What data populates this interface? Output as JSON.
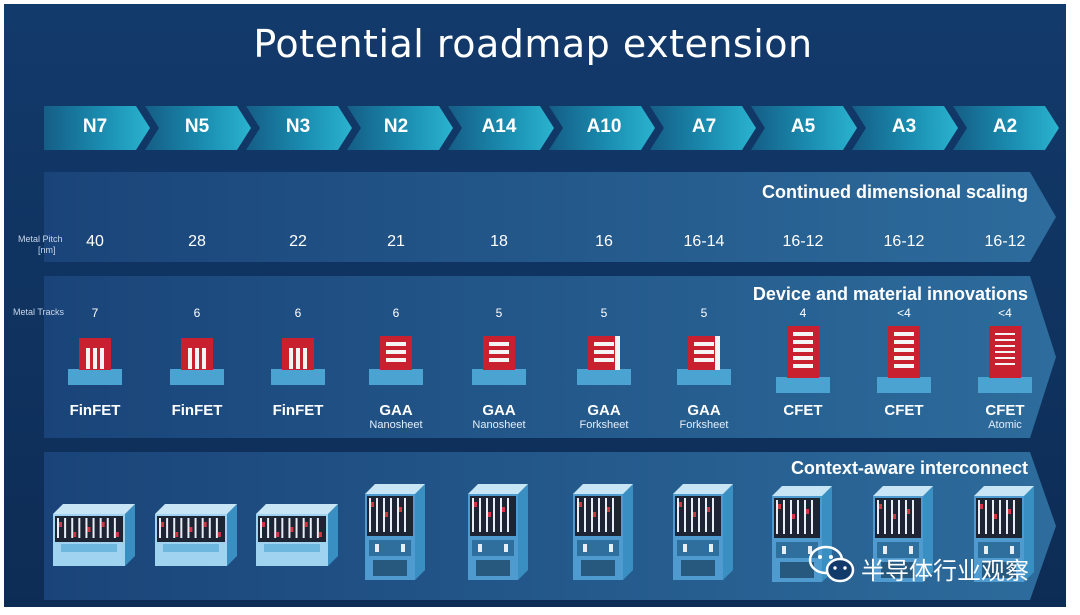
{
  "title": "Potential roadmap extension",
  "nodes": [
    "N7",
    "N5",
    "N3",
    "N2",
    "A14",
    "A10",
    "A7",
    "A5",
    "A3",
    "A2"
  ],
  "bands": {
    "scaling": "Continued dimensional scaling",
    "device": "Device and material innovations",
    "interconnect": "Context-aware interconnect"
  },
  "row_labels": {
    "pitch": [
      "Metal Pitch",
      "[nm]"
    ],
    "tracks": "Metal Tracks"
  },
  "metal_pitch": [
    "40",
    "28",
    "22",
    "21",
    "18",
    "16",
    "16-14",
    "16-12",
    "16-12",
    "16-12"
  ],
  "metal_tracks": [
    "7",
    "6",
    "6",
    "6",
    "5",
    "5",
    "5",
    "4",
    "<4",
    "<4"
  ],
  "devices": [
    {
      "name": "FinFET",
      "sub": "",
      "kind": "finfet"
    },
    {
      "name": "FinFET",
      "sub": "",
      "kind": "finfet"
    },
    {
      "name": "FinFET",
      "sub": "",
      "kind": "finfet"
    },
    {
      "name": "GAA",
      "sub": "Nanosheet",
      "kind": "nanosheet"
    },
    {
      "name": "GAA",
      "sub": "Nanosheet",
      "kind": "nanosheet"
    },
    {
      "name": "GAA",
      "sub": "Forksheet",
      "kind": "forksheet"
    },
    {
      "name": "GAA",
      "sub": "Forksheet",
      "kind": "forksheet"
    },
    {
      "name": "CFET",
      "sub": "",
      "kind": "cfet"
    },
    {
      "name": "CFET",
      "sub": "",
      "kind": "cfet"
    },
    {
      "name": "CFET",
      "sub": "Atomic",
      "kind": "cfet-atomic"
    }
  ],
  "watermark": "半导体行业观察",
  "colors": {
    "background": "#123a6b",
    "arrow": "#1c8fb0",
    "device_red": "#c8202e",
    "substrate": "#4aa3d0"
  }
}
